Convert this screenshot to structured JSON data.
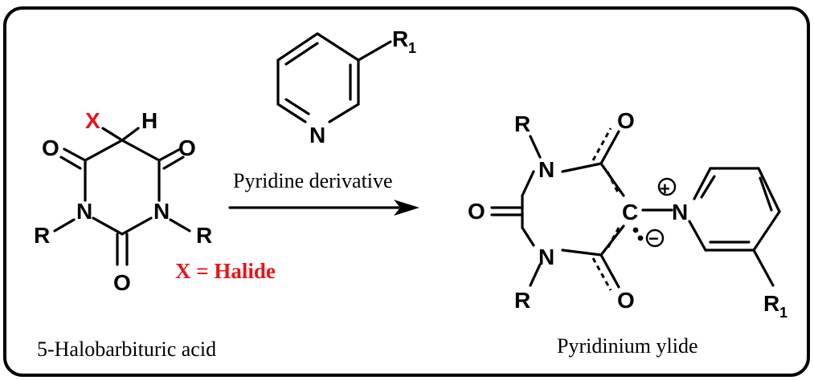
{
  "reactant": {
    "name": "5-Halobarbituric acid",
    "substituent_x": "X",
    "substituent_h": "H",
    "oxygen": "O",
    "nitrogen": "N",
    "r_group": "R",
    "halide_note": "X = Halide"
  },
  "reagent": {
    "name": "Pyridine derivative",
    "nitrogen": "N",
    "r1_main": "R",
    "r1_sub": "1"
  },
  "product": {
    "name": "Pyridinium ylide",
    "oxygen": "O",
    "nitrogen": "N",
    "carbon": "C",
    "r_group": "R",
    "r1_main": "R",
    "r1_sub": "1",
    "plus_charge": "+",
    "minus_charge": "−"
  },
  "colors": {
    "highlight": "#e8141b",
    "ink": "#000000"
  }
}
